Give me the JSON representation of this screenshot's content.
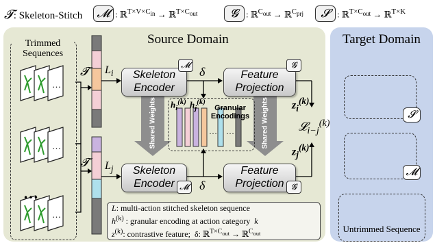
{
  "top": {
    "T_symbol": "𝓣",
    "T_desc": ": Skeleton-Stitch",
    "M_symbol": "𝓜",
    "M_map": ": ℝ^{T×V×C_in} → ℝ^{T×C_out}",
    "G_symbol": "𝓖",
    "G_map": ": ℝ^{C_out} → ℝ^{C_prj}",
    "S_symbol": "𝓢",
    "S_map": ": ℝ^{T×C_out} → ℝ^{T×K}"
  },
  "source": {
    "title": "Source Domain",
    "trimmed_label": "Trimmed Sequences",
    "ellipsis": "…",
    "T_label_top": "𝓣",
    "T_label_bottom": "𝓣",
    "L_i": "L_i",
    "L_j": "L_j",
    "encoder_top": "Skeleton Encoder",
    "encoder_bottom": "Skeleton Encoder",
    "projection_top": "Feature Projection",
    "projection_bottom": "Feature Projection",
    "delta_top": "δ",
    "delta_bottom": "δ",
    "badge_M": "𝓜",
    "badge_G": "𝓖",
    "h_i": "h_i^(k)",
    "h_j": "h_j^(k)",
    "granular_label": "Granular Encodings",
    "shared_weights": "Shared Weights",
    "z_i": "z_i^(k)",
    "z_j": "z_j^(k)",
    "loss": "𝓛_{i−j}^(k)"
  },
  "legend": {
    "line1": "L: multi-action stitched skeleton sequence",
    "line2": "h^(k) : granular encoding at action category  k",
    "line3": "z^(k): contrastive feature;  δ: ℝ^{T×C_out} → ℝ^{C_out}"
  },
  "target": {
    "title": "Target Domain",
    "badge_S": "𝓢",
    "badge_M": "𝓜",
    "untrimmed_label": "Untrimmed Sequence"
  },
  "colors": {
    "source_panel": "#e6e8d4",
    "target_panel": "#c7d4ec",
    "seg_pink": "#f4cfd6",
    "seg_orange": "#f5c79d",
    "seg_purple": "#c9b3df",
    "seg_cyan": "#aee0ec",
    "seg_green": "#b5d7a4",
    "seg_gray": "#7a7a7a"
  }
}
